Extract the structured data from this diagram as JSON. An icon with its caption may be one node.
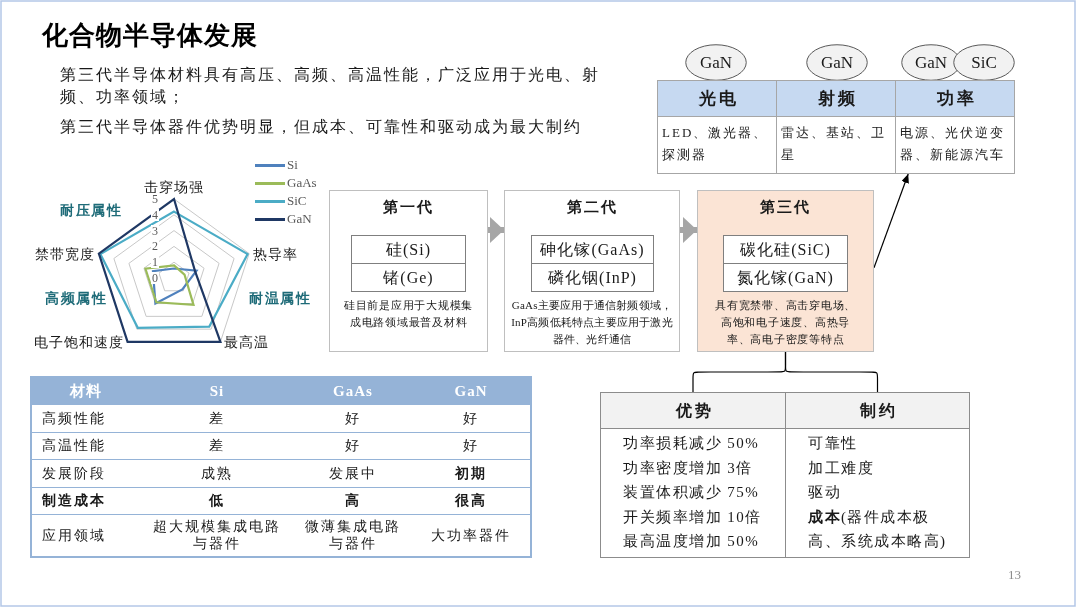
{
  "diagram": {
    "title": "化合物半导体发展",
    "nodes": [
      {
        "text": [
          "GaN"
        ]
      },
      {
        "text": [
          "GaN"
        ]
      },
      {
        "text": [
          "GaN"
        ]
      },
      {
        "text": [
          "SiC"
        ]
      },
      {
        "text": [
          "光电",
          "LED、激光器、探测器"
        ]
      },
      {
        "text": [
          "射频",
          "雷达、基站、卫星"
        ]
      },
      {
        "text": [
          "功率",
          "电源、光伏逆变器、新能源汽车"
        ]
      },
      {
        "text": [
          "第一代",
          "硅目前是应用于大规模集成电路领域最普及材料"
        ]
      },
      {
        "text": [
          "硅(Si)"
        ],
        "in": 7
      },
      {
        "text": [
          "锗(Ge)"
        ],
        "in": 7
      },
      {
        "text": [
          "第二代",
          "GaAs主要应用于通信射频领域，InP高频低耗特点主要应用于激光器件、光纤通信"
        ]
      },
      {
        "text": [
          "砷化镓(GaAs)"
        ],
        "in": 10
      },
      {
        "text": [
          "磷化铟(InP)"
        ],
        "in": 10
      },
      {
        "text": [
          "第三代",
          "具有宽禁带、高击穿电场、高饱和电子速度、高热导率、高电子密度等特点"
        ]
      },
      {
        "text": [
          "碳化硅(SiC)"
        ],
        "in": 13
      },
      {
        "text": [
          "氮化镓(GaN)"
        ],
        "in": 13
      },
      {
        "text": [
          "优势",
          "功率损耗减少 50%",
          "功率密度增加 3倍",
          "装置体积减少 75%",
          "开关频率增加 10倍",
          "最高温度增加 50%"
        ]
      },
      {
        "text": [
          "制约",
          "可靠性",
          "加工难度",
          "驱动",
          "**成本**(器件成本极高、系统成本略高)"
        ]
      }
    ],
    "edges": [
      {
        "from": 7,
        "to": 10,
        "arrow": "to",
        "style": "thick",
        "color": "#a6a6a6"
      },
      {
        "from": 10,
        "to": 13,
        "arrow": "to",
        "style": "thick",
        "color": "#a6a6a6"
      },
      {
        "from": 13,
        "to": 6,
        "arrow": "to"
      },
      {
        "from": 13,
        "to": 16,
        "arrow": "none"
      },
      {
        "from": 13,
        "to": 17,
        "arrow": "none"
      }
    ],
    "labels": [
      "第三代半导体材料具有高压、高频、高温性能，广泛应用于光电、射频、功率领域；",
      "第三代半导体器件优势明显，但成本、可靠性和驱动成为最大制约",
      "击穿场强",
      "耐压属性",
      "5",
      "4",
      "3",
      "2",
      "禁带宽度",
      "热导率",
      "1",
      "0",
      "高频属性",
      "耐温属性",
      "电子饱和速度",
      "最高温",
      "材料",
      "Si",
      "GaAs",
      "GaN",
      "高频性能",
      "差",
      "好",
      "好",
      "高温性能",
      "差",
      "好",
      "好",
      "发展阶段",
      "成熟",
      "发展中",
      "初期",
      "制造成本",
      "低",
      "高",
      "很高",
      "应用领域",
      "超大规模集成电路与器件",
      "微薄集成电路与器件",
      "大功率器件",
      "13"
    ],
    "legend": [
      {
        "text": "Si"
      },
      {
        "text": "GaAs"
      },
      {
        "text": "SiC"
      },
      {
        "text": "GaN"
      }
    ]
  }
}
